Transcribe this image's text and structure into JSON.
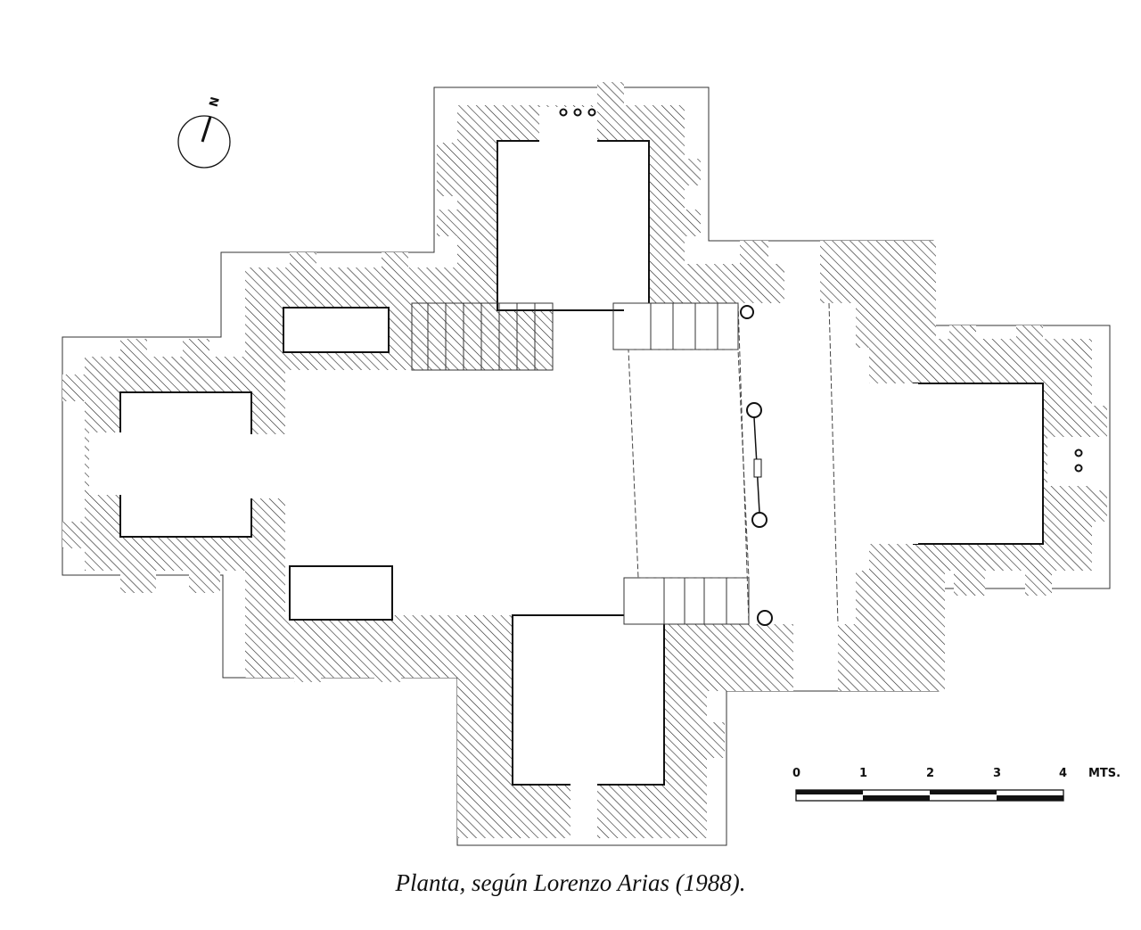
{
  "diagram": {
    "type": "architectural floor plan",
    "north_label": "N",
    "scale_bar": {
      "ticks": [
        "0",
        "1",
        "2",
        "3",
        "4"
      ],
      "unit": "MTS."
    },
    "caption": "Planta, según Lorenzo Arias (1988).",
    "colors": {
      "ink": "#111111",
      "paper": "#ffffff"
    }
  }
}
